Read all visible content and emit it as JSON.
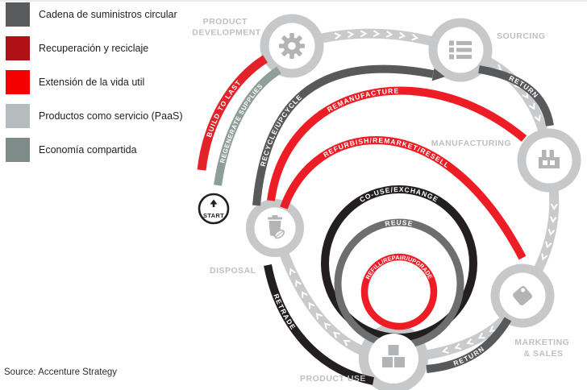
{
  "source_note": "Source: Accenture Strategy",
  "legend": {
    "items": [
      {
        "label": "Cadena de suministros circular",
        "color": "#595b5d"
      },
      {
        "label": "Recuperación y reciclaje",
        "color": "#b01116"
      },
      {
        "label": "Extensión de la vida util",
        "color": "#f40000"
      },
      {
        "label": "Productos como servicio (PaaS)",
        "color": "#b5bcbe"
      },
      {
        "label": "Economía compartida",
        "color": "#7d8c89"
      }
    ]
  },
  "diagram": {
    "start_label": "START",
    "band_color": "#c8cacc",
    "node_ring_color": "#c6c8ca",
    "icon_color": "#b2b4b6",
    "stage_label_color": "#bdc0c2",
    "chevron_color": "#ffffff",
    "stages": [
      {
        "name": "product-development",
        "lines": [
          "PRODUCT",
          "DEVELOPMENT"
        ]
      },
      {
        "name": "sourcing",
        "lines": [
          "SOURCING"
        ]
      },
      {
        "name": "manufacturing",
        "lines": [
          "MANUFACTURING"
        ]
      },
      {
        "name": "marketing-sales",
        "lines": [
          "MARKETING",
          "& SALES"
        ]
      },
      {
        "name": "product-use",
        "lines": [
          "PRODUCT USE"
        ]
      },
      {
        "name": "disposal",
        "lines": [
          "DISPOSAL"
        ]
      }
    ],
    "loops": [
      {
        "name": "build-to-last",
        "label": "BUILD TO LAST",
        "color": "#e2232a"
      },
      {
        "name": "regenerate-supplies",
        "label": "REGENERATE SUPPLIES",
        "color": "#8f9e97"
      },
      {
        "name": "recycle-upcycle",
        "label": "RECYCLE/UPCYCLE",
        "color": "#58595b"
      },
      {
        "name": "remanufacture",
        "label": "REMANUFACTURE",
        "color": "#ee1c24"
      },
      {
        "name": "refurbish-remarket-resell",
        "label": "REFURBISH/REMARKET/RESELL",
        "color": "#ee1c24"
      },
      {
        "name": "co-use-exchange",
        "label": "CO-USE/EXCHANGE",
        "color": "#231f20"
      },
      {
        "name": "reuse",
        "label": "REUSE",
        "color": "#6c6e70"
      },
      {
        "name": "refill-repair-upgrade",
        "label": "REFILL/REPAIR/UPGRADE",
        "color": "#ee1c24"
      },
      {
        "name": "retrade",
        "label": "RETRADE",
        "color": "#231f20"
      },
      {
        "name": "return-sourcing",
        "label": "RETURN",
        "color": "#58595b"
      },
      {
        "name": "return-sales",
        "label": "RETURN",
        "color": "#58595b"
      }
    ]
  }
}
